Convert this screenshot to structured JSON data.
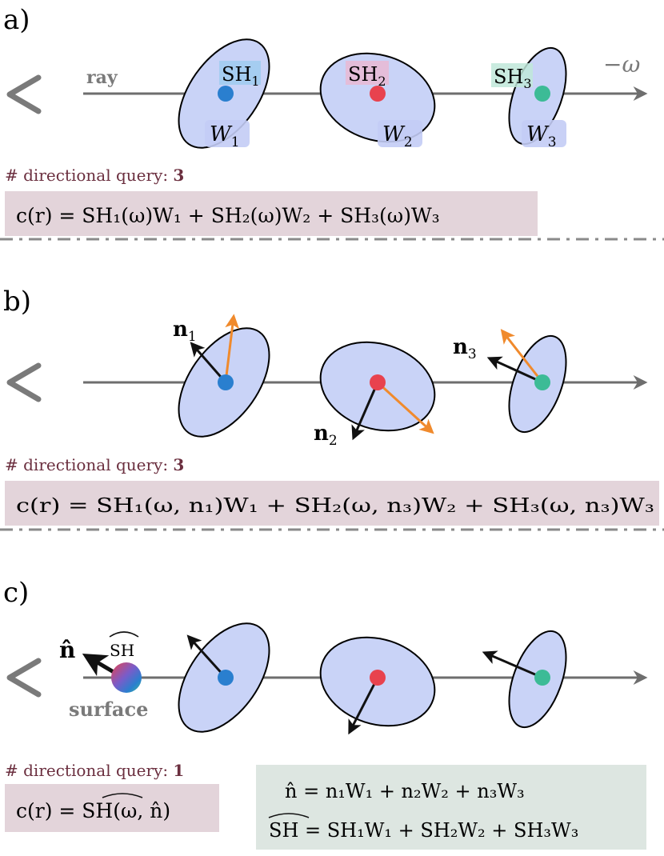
{
  "panels": [
    {
      "id": "a",
      "label": "a)",
      "ray_label": "ray",
      "direction_label": "−ω",
      "sh_labels": [
        "SH",
        "SH",
        "SH"
      ],
      "sh_subs": [
        "1",
        "2",
        "3"
      ],
      "w_labels": [
        "W",
        "W",
        "W"
      ],
      "w_subs": [
        "1",
        "2",
        "3"
      ],
      "query_prefix": "# directional query:",
      "query_count": "3",
      "equation": "c(r) = SH₁(ω)W₁ + SH₂(ω)W₂ + SH₃(ω)W₃"
    },
    {
      "id": "b",
      "label": "b)",
      "normal_labels": [
        "n",
        "n",
        "n"
      ],
      "normal_subs": [
        "1",
        "2",
        "3"
      ],
      "query_prefix": "# directional query:",
      "query_count": "3",
      "equation": "c(r) = SH₁(ω, n₁)W₁ + SH₂(ω, n₃)W₂ + SH₃(ω, n₃)W₃"
    },
    {
      "id": "c",
      "label": "c)",
      "surface_label": "surface",
      "normal_hat_label": "n̂",
      "sh_hat_label": "SH",
      "query_prefix": "# directional query:",
      "query_count": "1",
      "equation": "c(r) = SH(ω, n̂)",
      "aggregate_normal": "n̂ = n₁W₁ + n₂W₂ + n₃W₃",
      "aggregate_sh": "SH = SH₁W₁ + SH₂W₂ + SH₃W₃"
    }
  ],
  "colors": {
    "ellipse_fill": "#c9d3f7",
    "ray": "#6e6e6e",
    "dot_blue": "#2a7fcf",
    "dot_red": "#e8424e",
    "dot_green": "#3cbb96",
    "sh1_bg": "#9fcbf0",
    "sh2_bg": "#e9b8d4",
    "sh3_bg": "#bfe8d9",
    "w_glow": "#c3ccf5",
    "equation_box_pink": "#e3d4da",
    "equation_box_green": "#dde6e1",
    "query_text": "#6b2f3f",
    "normal_orange": "#f08a2c",
    "separator": "#8a8a8a"
  }
}
